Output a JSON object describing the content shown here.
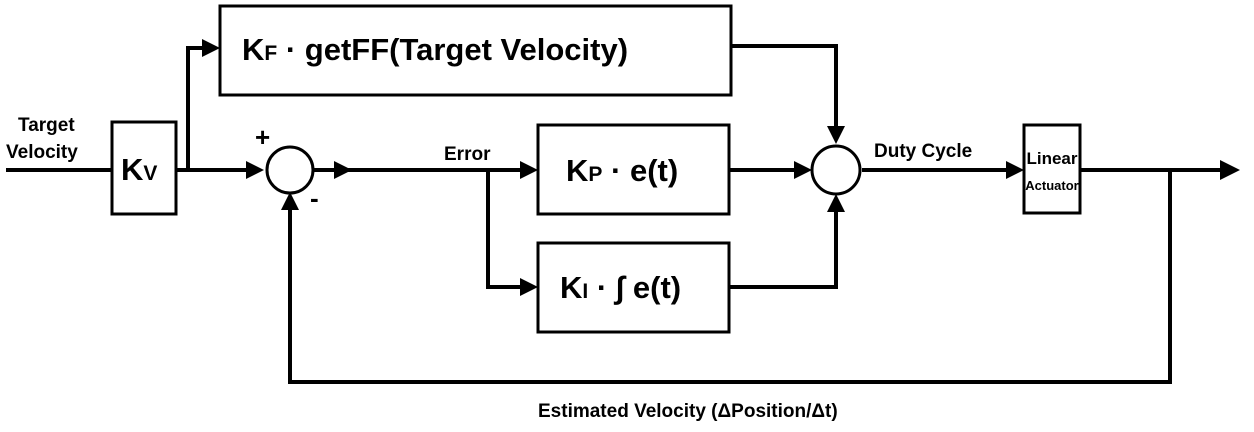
{
  "input_label": [
    "Target",
    "Velocity"
  ],
  "blocks": {
    "kv": {
      "main": "K",
      "sub": "V"
    },
    "ff": {
      "main": "K",
      "sub": "F",
      "rest": " · getFF(Target Velocity)"
    },
    "kp": {
      "main": "K",
      "sub": "P",
      "rest": " · e(t)"
    },
    "ki": {
      "main": "K",
      "sub": "I",
      "rest": " · ∫ e(t)"
    },
    "actuator": [
      "Linear",
      "Actuator"
    ]
  },
  "signals": {
    "error": "Error",
    "duty_cycle": "Duty Cycle",
    "feedback": "Estimated Velocity (ΔPosition/Δt)"
  },
  "summing_junction_signs": {
    "plus": "+",
    "minus": "-"
  }
}
